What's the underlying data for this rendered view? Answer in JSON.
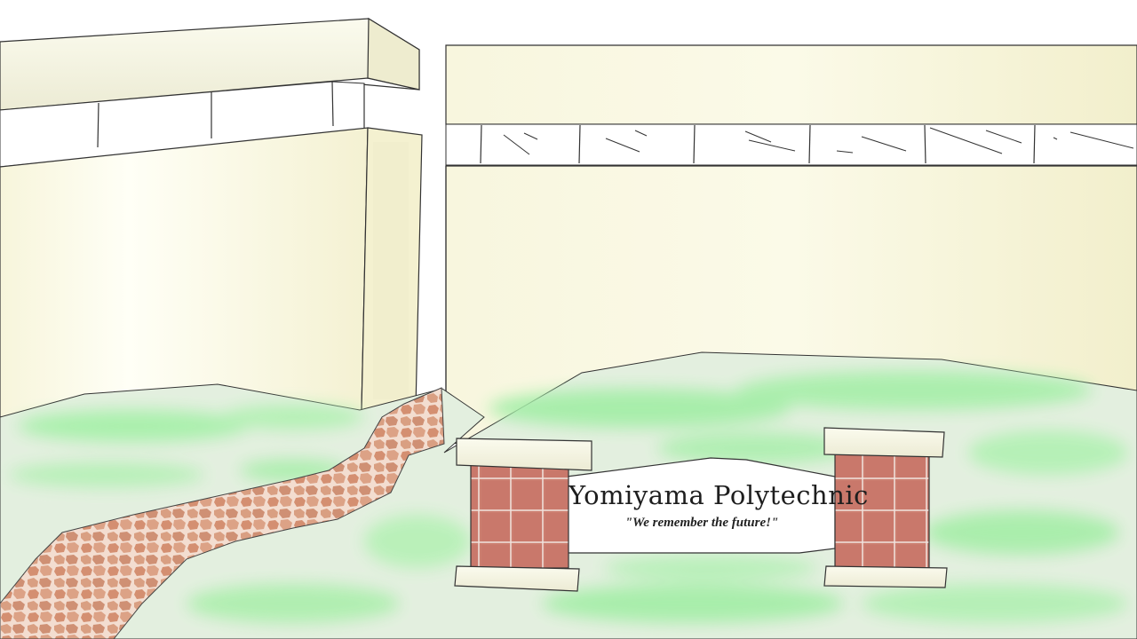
{
  "scene": {
    "sign": {
      "title": "Yomiyama Polytechnic",
      "motto": "\"We remember the future!\""
    }
  },
  "colors": {
    "wall": "#f7f5dc",
    "wall_shadow": "#efeccb",
    "grass_light": "#e0eedc",
    "grass_bright": "#a6efa9",
    "path_stone": "#d7987a",
    "path_mortar": "#f2dccd",
    "brick": "#c9776a",
    "cap_stone": "#f4f4e2",
    "sign_panel": "#ffffff",
    "outline": "#333333"
  },
  "icons": [
    "school-building",
    "stone-path",
    "brick-pillar",
    "entrance-sign"
  ]
}
